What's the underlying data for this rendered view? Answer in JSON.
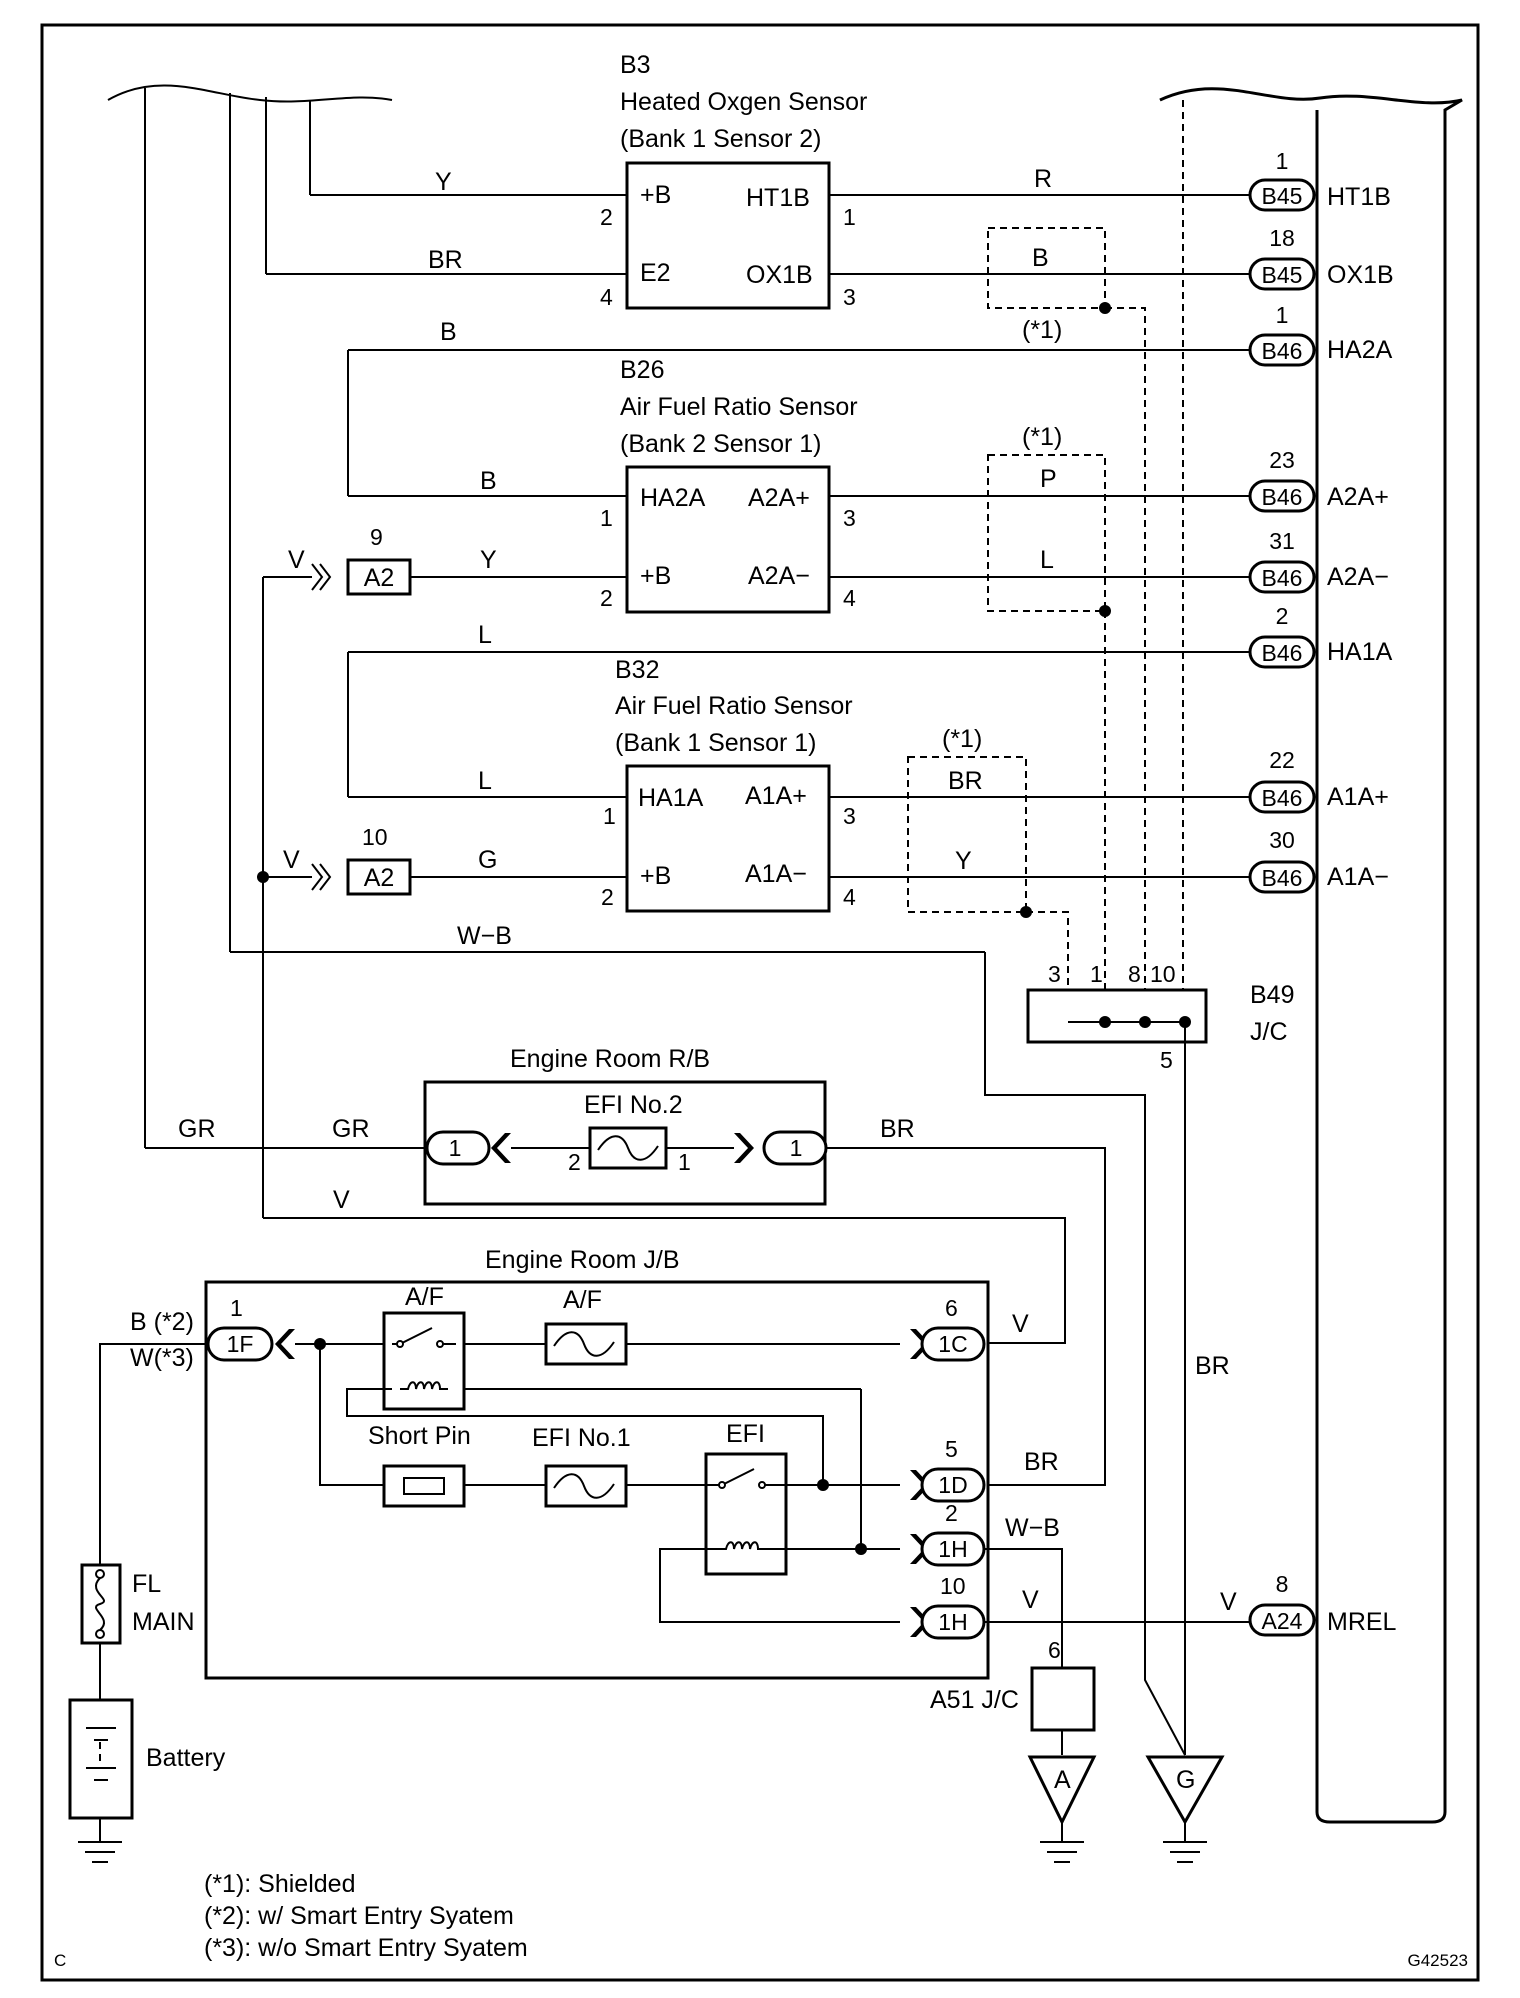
{
  "corner_left": "C",
  "figure_id": "G42523",
  "b3": {
    "code": "B3",
    "name": "Heated Oxgen Sensor",
    "pos": "(Bank 1 Sensor 2)",
    "plus_b": "+B",
    "e2": "E2",
    "ht1b": "HT1B",
    "ox1b": "OX1B",
    "p1": "1",
    "p2": "2",
    "p3": "3",
    "p4": "4"
  },
  "b26": {
    "code": "B26",
    "name": "Air Fuel Ratio Sensor",
    "pos": "(Bank 2 Sensor 1)",
    "ha2a": "HA2A",
    "plus_b": "+B",
    "a2ap": "A2A+",
    "a2am": "A2A−",
    "p1": "1",
    "p2": "2",
    "p3": "3",
    "p4": "4"
  },
  "b32": {
    "code": "B32",
    "name": "Air Fuel Ratio Sensor",
    "pos": "(Bank 1 Sensor 1)",
    "ha1a": "HA1A",
    "plus_b": "+B",
    "a1ap": "A1A+",
    "a1am": "A1A−",
    "p1": "1",
    "p2": "2",
    "p3": "3",
    "p4": "4"
  },
  "wires": {
    "y": "Y",
    "br": "BR",
    "r": "R",
    "b": "B",
    "p": "P",
    "l": "L",
    "v": "V",
    "g": "G",
    "wb": "W−B",
    "gr": "GR",
    "b2": "B (*2)",
    "w3": "W(*3)"
  },
  "shielded": "(*1)",
  "ecm_pins": [
    {
      "num": "1",
      "conn": "B45",
      "term": "HT1B"
    },
    {
      "num": "18",
      "conn": "B45",
      "term": "OX1B"
    },
    {
      "num": "1",
      "conn": "B46",
      "term": "HA2A"
    },
    {
      "num": "23",
      "conn": "B46",
      "term": "A2A+"
    },
    {
      "num": "31",
      "conn": "B46",
      "term": "A2A−"
    },
    {
      "num": "2",
      "conn": "B46",
      "term": "HA1A"
    },
    {
      "num": "22",
      "conn": "B46",
      "term": "A1A+"
    },
    {
      "num": "30",
      "conn": "B46",
      "term": "A1A−"
    },
    {
      "num": "8",
      "conn": "A24",
      "term": "MREL"
    }
  ],
  "a2_conn": [
    {
      "num": "9",
      "conn": "A2"
    },
    {
      "num": "10",
      "conn": "A2"
    }
  ],
  "b49": {
    "code": "B49",
    "type": "J/C",
    "pins": [
      "3",
      "1",
      "8",
      "10"
    ],
    "out": "5"
  },
  "rb": {
    "title": "Engine Room R/B",
    "fuse": "EFI No.2",
    "pin_l": "2",
    "pin_r": "1",
    "conn": "1"
  },
  "jb": {
    "title": "Engine Room J/B",
    "af_relay": "A/F",
    "af_fuse": "A/F",
    "short_pin": "Short Pin",
    "efi1": "EFI No.1",
    "efi_relay": "EFI",
    "conns": [
      {
        "num": "1",
        "conn": "1F"
      },
      {
        "num": "6",
        "conn": "1C"
      },
      {
        "num": "5",
        "conn": "1D"
      },
      {
        "num": "2",
        "conn": "1H"
      },
      {
        "num": "10",
        "conn": "1H"
      }
    ]
  },
  "fl": {
    "l1": "FL",
    "l2": "MAIN"
  },
  "battery": "Battery",
  "a51": {
    "label": "A51 J/C",
    "pin": "6"
  },
  "grounds": {
    "a": "A",
    "g": "G"
  },
  "notes": [
    "(*1): Shielded",
    "(*2): w/ Smart Entry Syatem",
    "(*3): w/o Smart Entry Syatem"
  ]
}
